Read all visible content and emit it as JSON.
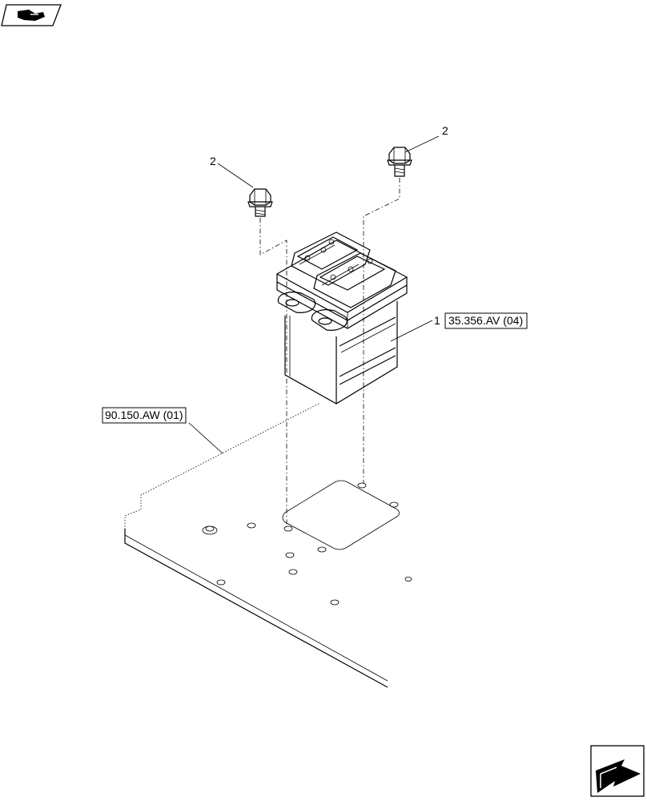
{
  "callouts": {
    "part_1": "1",
    "part_2_left": "2",
    "part_2_right": "2"
  },
  "references": {
    "valve_ref": "35.356.AV (04)",
    "floor_ref": "90.150.AW (01)"
  },
  "icons": {
    "top_left": "parts-catalog-hand-icon",
    "bottom_right": "next-page-arrow-icon"
  }
}
